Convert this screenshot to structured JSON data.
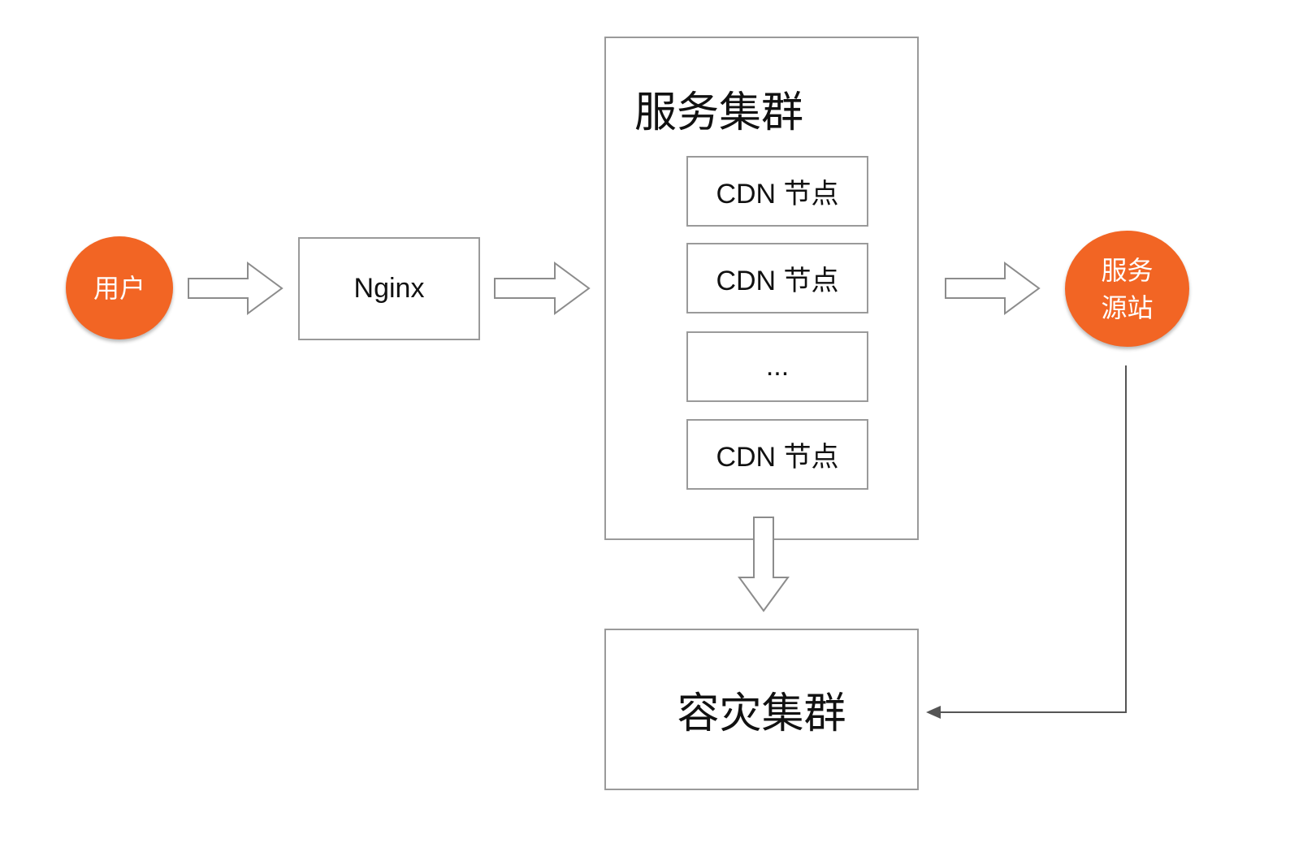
{
  "nodes": {
    "user": "用户",
    "nginx": "Nginx",
    "origin": "服务\n源站"
  },
  "service_cluster": {
    "title": "服务集群",
    "items": [
      "CDN 节点",
      "CDN 节点",
      "...",
      "CDN 节点"
    ]
  },
  "dr_cluster": "容灾集群",
  "colors": {
    "accent": "#f26524",
    "border": "#9a9a9a",
    "arrow": "#8c8c8c",
    "connector": "#555555"
  }
}
